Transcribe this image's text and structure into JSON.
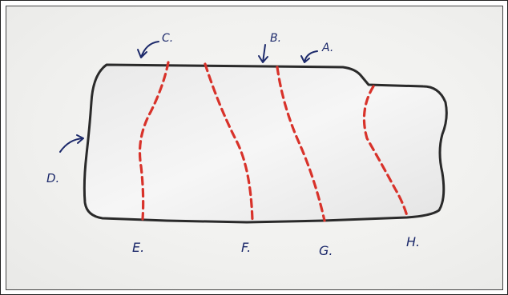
{
  "diagram": {
    "labels": {
      "a": "A.",
      "b": "B.",
      "c": "C.",
      "d": "D.",
      "e": "E.",
      "f": "F.",
      "g": "G.",
      "h": "H."
    },
    "colors": {
      "outline": "#2a2a2a",
      "cut_lines": "#d8322a",
      "ink": "#1d2a6b"
    }
  }
}
